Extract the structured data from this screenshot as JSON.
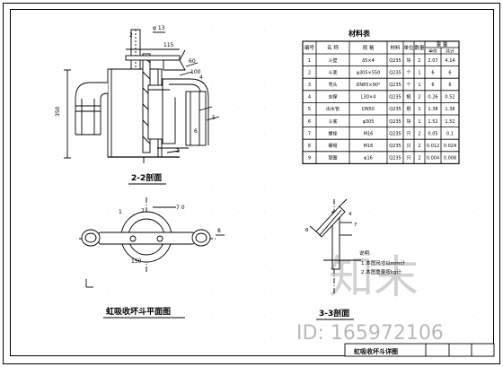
{
  "labels": {
    "dim_top": "φ 13",
    "dim_115": "115",
    "dim_60": "60",
    "dim_100": "100",
    "dim_left": "350",
    "dim_150": "150",
    "dim_70": "7 0",
    "pt_4": "4",
    "pt_5": "5",
    "pt_2": "2",
    "pt_3": "3",
    "pt_6": "6",
    "pt_7": "7",
    "pt_8": "8",
    "pt_1": "1"
  },
  "section_2_2": "2-2剖面",
  "plan_title": "虹吸收坏斗平面图",
  "section_3_3": "3-3剖面",
  "notes": {
    "title": "说明:",
    "line1": "1.本图尺寸以mm计",
    "line2": "2.本图重量按kg计"
  },
  "material_table": {
    "title": "材料表",
    "headers": [
      "编号",
      "名    称",
      "规    格",
      "材料",
      "单位",
      "数量",
      "重    量"
    ],
    "weight_sub": [
      "单件",
      "共计"
    ],
    "rows": [
      [
        "1",
        "斗壁",
        "δ5×4",
        "Q235",
        "块",
        "2",
        "2.07",
        "4.14"
      ],
      [
        "2",
        "斗底",
        "φ305×550",
        "Q235",
        "个",
        "1",
        "6",
        "6"
      ],
      [
        "3",
        "弯头",
        "DN65×90°",
        "Q235",
        "个",
        "1",
        "6",
        "6"
      ],
      [
        "4",
        "支撑",
        "L30×4",
        "Q235",
        "根",
        "2",
        "0.26",
        "0.52"
      ],
      [
        "5",
        "出水管",
        "DN50",
        "Q235",
        "根",
        "1",
        "1.38",
        "1.38"
      ],
      [
        "6",
        "斗底",
        "φ305",
        "Q235",
        "块",
        "1",
        "1.52",
        "1.52"
      ],
      [
        "7",
        "螺栓",
        "M16",
        "Q235",
        "只",
        "2",
        "0.05",
        "0.1"
      ],
      [
        "8",
        "螺帽",
        "M16",
        "Q235",
        "只",
        "2",
        "0.012",
        "0.024"
      ],
      [
        "9",
        "垫圈",
        "φ16",
        "Q235",
        "只",
        "2",
        "0.004",
        "0.008"
      ]
    ]
  },
  "bottom_title": "虹吸收坏斗详图",
  "watermark": "知末",
  "watermark_id": "ID: 165972106"
}
